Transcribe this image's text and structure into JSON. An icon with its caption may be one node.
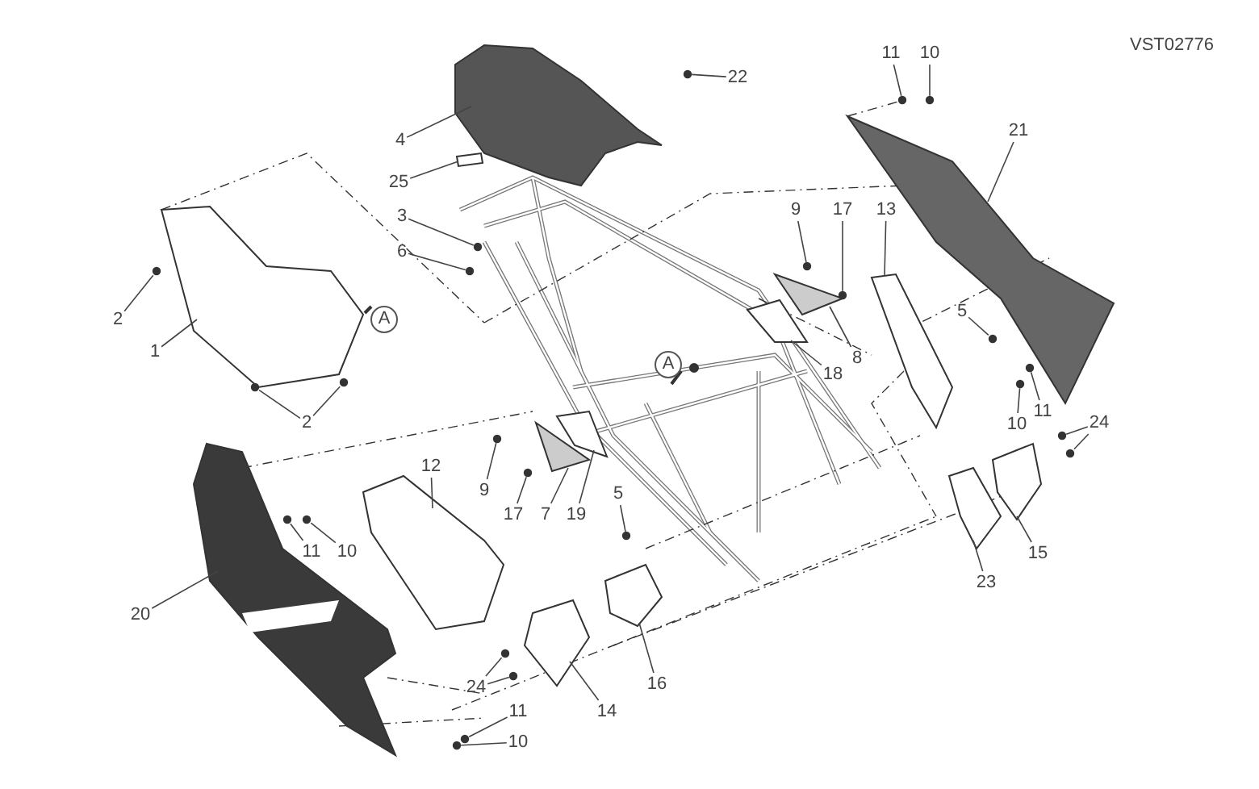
{
  "diagram": {
    "nodes": [
      {
        "text": [
          "11"
        ]
      },
      {
        "text": [
          "10"
        ]
      },
      {
        "text": [
          "22"
        ]
      },
      {
        "text": [
          "21"
        ]
      },
      {
        "text": [
          "4"
        ]
      },
      {
        "text": [
          "25"
        ]
      },
      {
        "text": [
          "9"
        ]
      },
      {
        "text": [
          "17"
        ]
      },
      {
        "text": [
          "13"
        ]
      },
      {
        "text": [
          "3"
        ]
      },
      {
        "text": [
          "6"
        ]
      },
      {
        "text": [
          "5"
        ]
      },
      {
        "text": [
          "2"
        ]
      },
      {
        "text": [
          "A"
        ]
      },
      {
        "text": [
          "1"
        ]
      },
      {
        "text": [
          "8"
        ]
      },
      {
        "text": [
          "A"
        ]
      },
      {
        "text": [
          "18"
        ]
      },
      {
        "text": [
          "11"
        ]
      },
      {
        "text": [
          "2"
        ]
      },
      {
        "text": [
          "24"
        ]
      },
      {
        "text": [
          "10"
        ]
      },
      {
        "text": [
          "12"
        ]
      },
      {
        "text": [
          "9"
        ]
      },
      {
        "text": [
          "5"
        ]
      },
      {
        "text": [
          "17"
        ]
      },
      {
        "text": [
          "7"
        ]
      },
      {
        "text": [
          "19"
        ]
      },
      {
        "text": [
          "15"
        ]
      },
      {
        "text": [
          "11"
        ]
      },
      {
        "text": [
          "10"
        ]
      },
      {
        "text": [
          "23"
        ]
      },
      {
        "text": [
          "20"
        ]
      },
      {
        "text": [
          "24"
        ]
      },
      {
        "text": [
          "16"
        ]
      },
      {
        "text": [
          "14"
        ]
      },
      {
        "text": [
          "11"
        ]
      },
      {
        "text": [
          "10"
        ]
      },
      {
        "text": [],
        "shape": "picture"
      },
      {
        "text": [],
        "shape": "box"
      },
      {
        "text": [],
        "shape": "picture"
      },
      {
        "text": [],
        "shape": "picture"
      },
      {
        "text": [],
        "shape": "picture"
      },
      {
        "text": [],
        "shape": "picture"
      },
      {
        "text": [],
        "shape": "picture"
      },
      {
        "text": [],
        "shape": "picture"
      },
      {
        "text": [],
        "shape": "picture"
      },
      {
        "text": [],
        "shape": "picture"
      },
      {
        "text": [],
        "shape": "picture"
      },
      {
        "text": [],
        "shape": "picture"
      },
      {
        "text": [],
        "shape": "picture"
      },
      {
        "text": [],
        "shape": "picture"
      },
      {
        "text": [],
        "shape": "picture"
      },
      {
        "text": [],
        "shape": "circle"
      },
      {
        "text": [],
        "shape": "circle"
      },
      {
        "text": [],
        "shape": "circle"
      },
      {
        "text": [],
        "shape": "circle"
      },
      {
        "text": [],
        "shape": "circle"
      },
      {
        "text": [],
        "shape": "circle"
      },
      {
        "text": [],
        "shape": "circle"
      },
      {
        "text": [],
        "shape": "circle"
      },
      {
        "text": [],
        "shape": "circle"
      },
      {
        "text": [],
        "shape": "circle"
      },
      {
        "text": [],
        "shape": "circle"
      },
      {
        "text": [],
        "shape": "circle"
      },
      {
        "text": [],
        "shape": "circle"
      },
      {
        "text": [],
        "shape": "circle"
      },
      {
        "text": [],
        "shape": "circle"
      },
      {
        "text": [],
        "shape": "circle"
      },
      {
        "text": [],
        "shape": "circle"
      },
      {
        "text": [],
        "shape": "circle"
      },
      {
        "text": [],
        "shape": "circle"
      },
      {
        "text": [],
        "shape": "circle"
      },
      {
        "text": [],
        "shape": "circle"
      },
      {
        "text": [],
        "shape": "circle"
      },
      {
        "text": [],
        "shape": "circle"
      },
      {
        "text": [],
        "shape": "circle"
      }
    ],
    "edges": [
      {
        "from": 0,
        "to": 53,
        "arrow": "none"
      },
      {
        "from": 1,
        "to": 54,
        "arrow": "none"
      },
      {
        "from": 2,
        "to": 55,
        "arrow": "none"
      },
      {
        "from": 3,
        "to": 41,
        "arrow": "none"
      },
      {
        "from": 4,
        "to": 38,
        "arrow": "none"
      },
      {
        "from": 5,
        "to": 39,
        "arrow": "none"
      },
      {
        "from": 6,
        "to": 56,
        "arrow": "none"
      },
      {
        "from": 7,
        "to": 57,
        "arrow": "none"
      },
      {
        "from": 8,
        "to": 42,
        "arrow": "none"
      },
      {
        "from": 9,
        "to": 58,
        "arrow": "none"
      },
      {
        "from": 10,
        "to": 59,
        "arrow": "none"
      },
      {
        "from": 11,
        "to": 60,
        "arrow": "none"
      },
      {
        "from": 12,
        "to": 61,
        "arrow": "none"
      },
      {
        "from": 14,
        "to": 40,
        "arrow": "none"
      },
      {
        "from": 15,
        "to": 43,
        "arrow": "none"
      },
      {
        "from": 17,
        "to": 44,
        "arrow": "none"
      },
      {
        "from": 18,
        "to": 62,
        "arrow": "none"
      },
      {
        "from": 19,
        "to": 63,
        "arrow": "none"
      },
      {
        "from": 19,
        "to": 64,
        "arrow": "none"
      },
      {
        "from": 20,
        "to": 65,
        "arrow": "none"
      },
      {
        "from": 20,
        "to": 66,
        "arrow": "none"
      },
      {
        "from": 21,
        "to": 67,
        "arrow": "none"
      },
      {
        "from": 22,
        "to": 45,
        "arrow": "none"
      },
      {
        "from": 23,
        "to": 68,
        "arrow": "none"
      },
      {
        "from": 24,
        "to": 69,
        "arrow": "none"
      },
      {
        "from": 25,
        "to": 70,
        "arrow": "none"
      },
      {
        "from": 26,
        "to": 46,
        "arrow": "none"
      },
      {
        "from": 27,
        "to": 47,
        "arrow": "none"
      },
      {
        "from": 28,
        "to": 50,
        "arrow": "none"
      },
      {
        "from": 29,
        "to": 71,
        "arrow": "none"
      },
      {
        "from": 30,
        "to": 72,
        "arrow": "none"
      },
      {
        "from": 31,
        "to": 49,
        "arrow": "none"
      },
      {
        "from": 32,
        "to": 48,
        "arrow": "none"
      },
      {
        "from": 33,
        "to": 73,
        "arrow": "none"
      },
      {
        "from": 33,
        "to": 74,
        "arrow": "none"
      },
      {
        "from": 34,
        "to": 51,
        "arrow": "none"
      },
      {
        "from": 35,
        "to": 52,
        "arrow": "none"
      },
      {
        "from": 36,
        "to": 75,
        "arrow": "none"
      },
      {
        "from": 37,
        "to": 76,
        "arrow": "none"
      }
    ],
    "labels": [
      "VST02776"
    ]
  }
}
